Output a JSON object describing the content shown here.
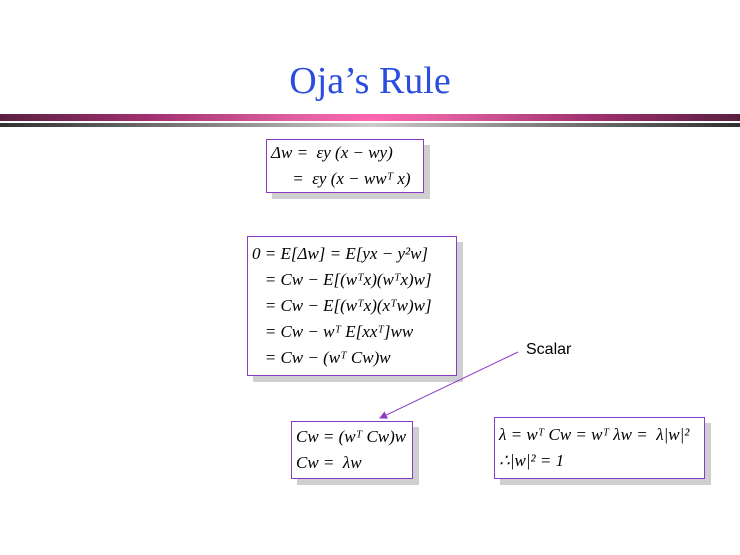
{
  "title": "Oja’s Rule",
  "eq1": [
    "Δw =  εy (x − wy)",
    "     =  εy (x − wwᵀ x)"
  ],
  "eq2": [
    "0 = E[Δw] = E[yx − y²w]",
    "   = Cw − E[(wᵀx)(wᵀx)w]",
    "   = Cw − E[(wᵀx)(xᵀw)w]",
    "   = Cw − wᵀ E[xxᵀ]ww",
    "   = Cw − (wᵀ Cw)w"
  ],
  "eq3": [
    "Cw = (wᵀ Cw)w",
    "Cw =  λw"
  ],
  "eq4": [
    "λ = wᵀ Cw = wᵀ λw =  λ|w|²",
    "∴|w|² = 1"
  ],
  "annotation": "Scalar",
  "colors": {
    "title": "#2a4de0",
    "border": "#8a3cc4"
  }
}
